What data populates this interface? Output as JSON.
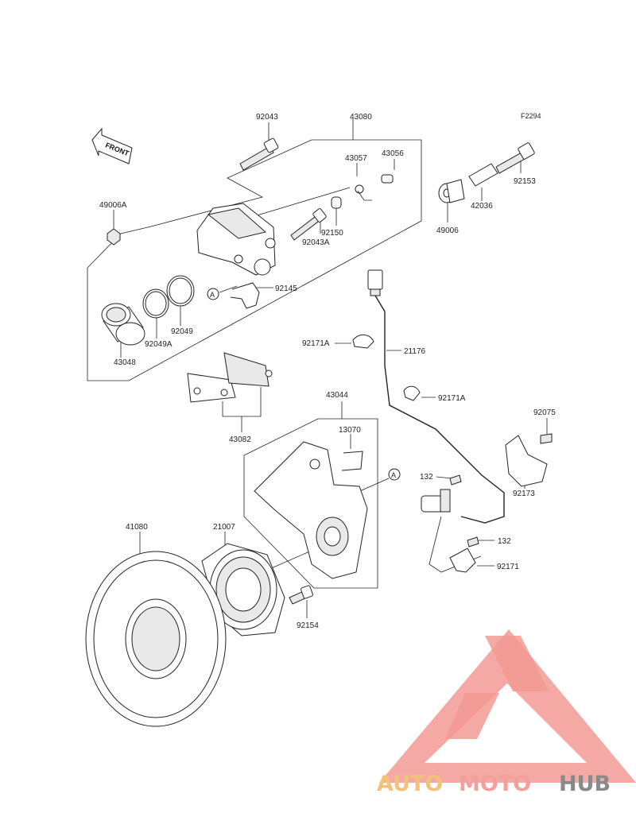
{
  "diagram": {
    "figure_code": "F2294",
    "front_label": "FRONT",
    "ref_marker": "A",
    "part_labels": {
      "p92043": "92043",
      "p43080": "43080",
      "p43057": "43057",
      "p43056": "43056",
      "p49006A": "49006A",
      "p92150": "92150",
      "p92043A": "92043A",
      "p49006": "49006",
      "p42036": "42036",
      "p92153": "92153",
      "p92145": "92145",
      "p92049": "92049",
      "p92049A": "92049A",
      "p43048": "43048",
      "p92171A_1": "92171A",
      "p21176": "21176",
      "p92171A_2": "92171A",
      "p43082": "43082",
      "p43044": "43044",
      "p13070": "13070",
      "p92075": "92075",
      "p132_1": "132",
      "p92173": "92173",
      "p41080": "41080",
      "p21007": "21007",
      "p132_2": "132",
      "p92171": "92171",
      "p92154": "92154"
    }
  },
  "watermark": {
    "auto": "AUTO",
    "moto": "MOTO",
    "hub": "HUB",
    "colors": {
      "auto": "#f3c27a",
      "moto": "#f2a09b",
      "hub": "#8a8a8a",
      "triangle": "#f29a94"
    }
  }
}
